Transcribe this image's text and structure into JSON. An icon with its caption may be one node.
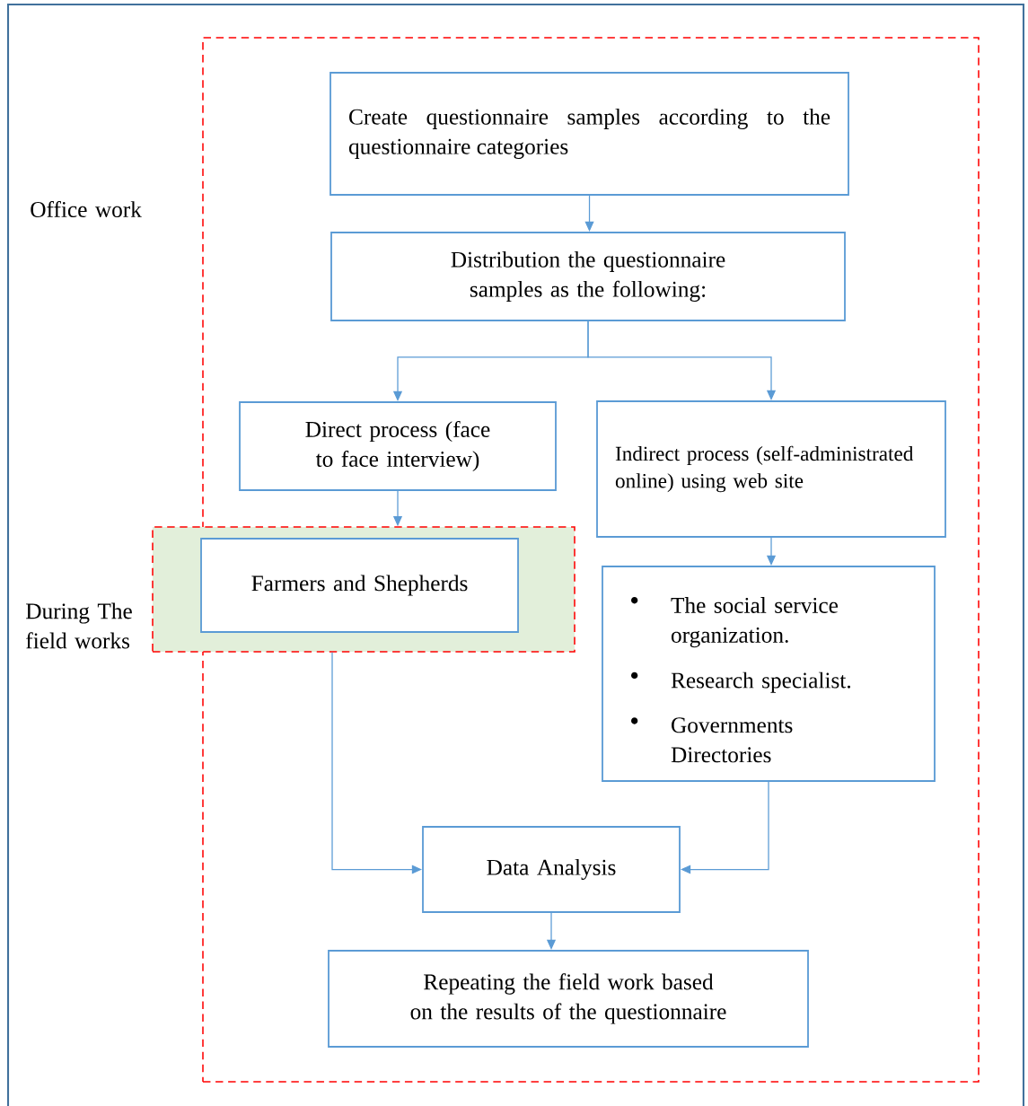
{
  "diagram": {
    "nodes": [
      {
        "text": [
          "Office work"
        ]
      },
      {
        "text": [
          "Create questionnaire samples according to the questionnaire categories"
        ],
        "in": 0
      },
      {
        "text": [
          "Distribution the questionnaire samples as the following:"
        ],
        "in": 0
      },
      {
        "text": [
          "Direct process (face to face interview)"
        ],
        "in": 0
      },
      {
        "text": [
          "Indirect process (self-administrated online) using web site"
        ],
        "in": 0
      },
      {
        "text": [
          "During The field works"
        ]
      },
      {
        "text": [
          "Farmers and Shepherds"
        ],
        "in": 5
      },
      {
        "text": [
          "The social service organization.",
          "Research specialist.",
          "Governments Directories"
        ],
        "in": 0
      },
      {
        "text": [
          "Data Analysis"
        ],
        "in": 0
      },
      {
        "text": [
          "Repeating the field work based on the results of the questionnaire"
        ],
        "in": 0
      }
    ],
    "edges": [
      {
        "from": 1,
        "to": 2,
        "arrow": "to"
      },
      {
        "from": 2,
        "to": 3,
        "arrow": "to"
      },
      {
        "from": 2,
        "to": 4,
        "arrow": "to"
      },
      {
        "from": 3,
        "to": 5,
        "arrow": "to"
      },
      {
        "from": 4,
        "to": 7,
        "arrow": "to"
      },
      {
        "from": 5,
        "to": 8,
        "arrow": "to"
      },
      {
        "from": 7,
        "to": 8,
        "arrow": "to"
      },
      {
        "from": 8,
        "to": 9,
        "arrow": "to"
      }
    ]
  }
}
